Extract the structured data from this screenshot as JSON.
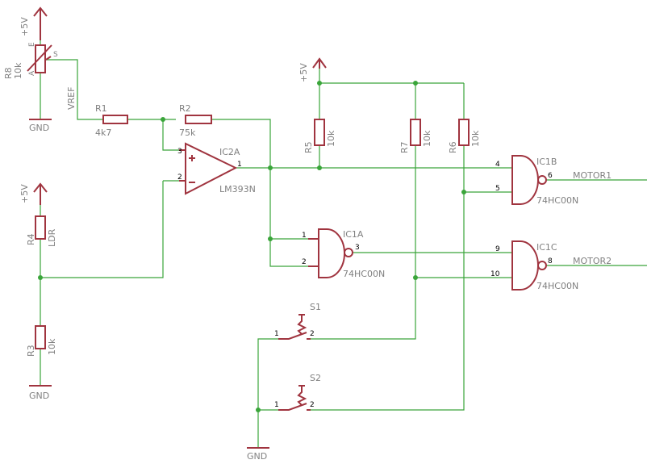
{
  "labels": {
    "r8_name": "R8",
    "r8_value": "10k",
    "r8_pin_e": "E",
    "r8_pin_a": "A",
    "r8_pin_s": "S",
    "vcc_top_left": "+5V",
    "gnd_r8": "GND",
    "vref": "VREF",
    "r1_name": "R1",
    "r1_value": "4k7",
    "r2_name": "R2",
    "r2_value": "75k",
    "ic2a_name": "IC2A",
    "ic2a_part": "LM393N",
    "ic2a_pin3": "3",
    "ic2a_pin2": "2",
    "ic2a_pin1": "1",
    "vcc_ldr": "+5V",
    "r4_name": "R4",
    "r4_value": "LDR",
    "r3_name": "R3",
    "r3_value": "10k",
    "gnd_r3": "GND",
    "vcc_mid": "+5V",
    "r5_name": "R5",
    "r5_value": "10k",
    "r7_name": "R7",
    "r7_value": "10k",
    "r6_name": "R6",
    "r6_value": "10k",
    "ic1a_name": "IC1A",
    "ic1a_part": "74HC00N",
    "ic1a_pin1": "1",
    "ic1a_pin2": "2",
    "ic1a_pin3": "3",
    "ic1b_name": "IC1B",
    "ic1b_part": "74HC00N",
    "ic1b_pin4": "4",
    "ic1b_pin5": "5",
    "ic1b_pin6": "6",
    "ic1c_name": "IC1C",
    "ic1c_part": "74HC00N",
    "ic1c_pin9": "9",
    "ic1c_pin10": "10",
    "ic1c_pin8": "8",
    "motor1": "MOTOR1",
    "motor2": "MOTOR2",
    "s1_name": "S1",
    "s1_pin1": "1",
    "s1_pin2": "2",
    "s2_name": "S2",
    "s2_pin1": "1",
    "s2_pin2": "2",
    "gnd_bottom": "GND"
  },
  "colors": {
    "symbol": "#a0343f",
    "wire": "#3aa53a",
    "label": "#808080"
  }
}
